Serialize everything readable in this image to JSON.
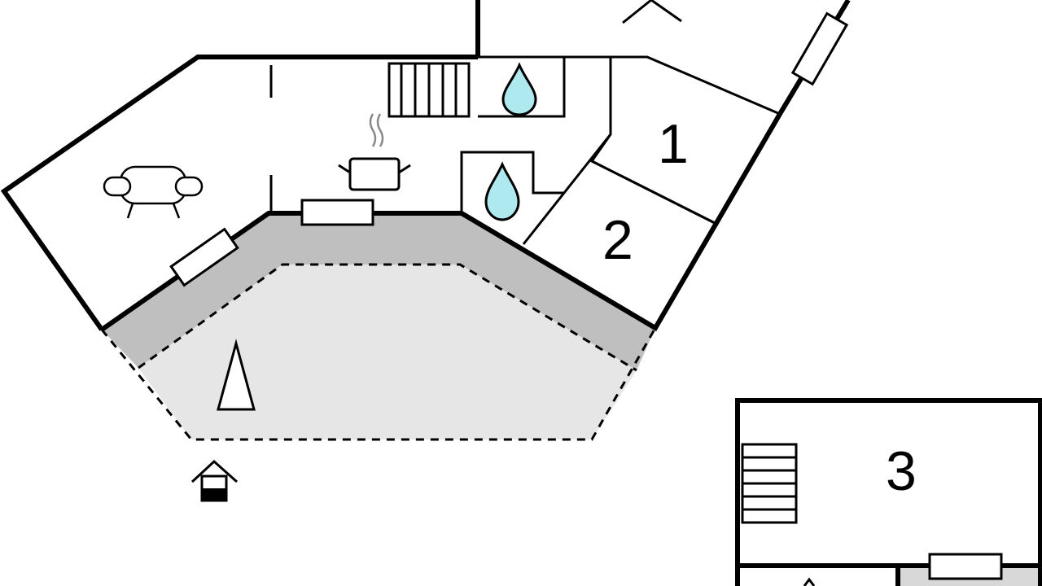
{
  "rooms": [
    {
      "label": "1"
    },
    {
      "label": "2"
    },
    {
      "label": "3"
    }
  ],
  "colors": {
    "terrace_covered": "#bfbfbf",
    "terrace_open": "#e6e6e6",
    "water": "#aee9ef",
    "line": "#000000",
    "steam": "#888888"
  },
  "icons": [
    "sofa-icon",
    "cooking-pot-icon",
    "bathroom-water-drop-icon",
    "shower-water-drop-icon",
    "stairs-icon",
    "tree-icon",
    "well-icon",
    "entrance-arrow-icon",
    "window-icon"
  ]
}
